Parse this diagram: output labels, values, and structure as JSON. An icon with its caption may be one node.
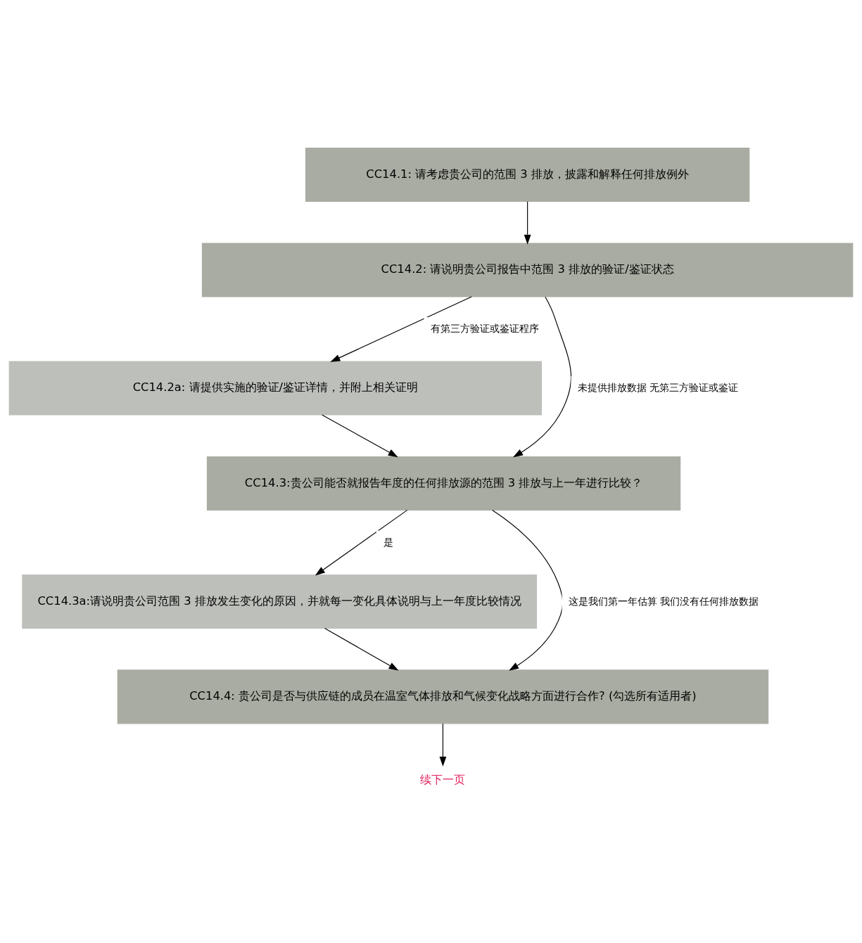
{
  "diagram": {
    "nodes": [
      {
        "text": [
          "CC14.1: 请考虑贵公司的范围 3 排放，披露和解释任何排放例外"
        ]
      },
      {
        "text": [
          "CC14.2: 请说明贵公司报告中范围 3 排放的验证/鉴证状态"
        ]
      },
      {
        "text": [
          "CC14.2a: 请提供实施的验证/鉴证详情，并附上相关证明"
        ]
      },
      {
        "text": [
          "CC14.3:贵公司能否就报告年度的任何排放源的范围 3 排放与上一年进行比较？"
        ]
      },
      {
        "text": [
          "CC14.3a:请说明贵公司范围 3 排放发生变化的原因，并就每一变化具体说明与上一年度比较情况"
        ]
      },
      {
        "text": [
          "CC14.4: 贵公司是否与供应链的成员在温室气体排放和气候变化战略方面进行合作? (勾选所有适用者)"
        ]
      },
      {
        "text": [
          "续下一页"
        ]
      }
    ],
    "edges": [
      {
        "from": 0,
        "to": 1,
        "arrow": "to"
      },
      {
        "from": 1,
        "to": 3,
        "arrow": "to",
        "label": "未提供排放数据 无第三方验证或鉴证"
      },
      {
        "from": 1,
        "to": 2,
        "arrow": "to",
        "label": "有第三方验证或鉴证程序"
      },
      {
        "from": 2,
        "to": 3,
        "arrow": "to"
      },
      {
        "from": 3,
        "to": 5,
        "arrow": "to",
        "label": "这是我们第一年估算 我们没有任何排放数据"
      },
      {
        "from": 3,
        "to": 4,
        "arrow": "to",
        "label": "是"
      },
      {
        "from": 4,
        "to": 5,
        "arrow": "to"
      },
      {
        "from": 5,
        "to": 6,
        "arrow": "to"
      }
    ]
  }
}
